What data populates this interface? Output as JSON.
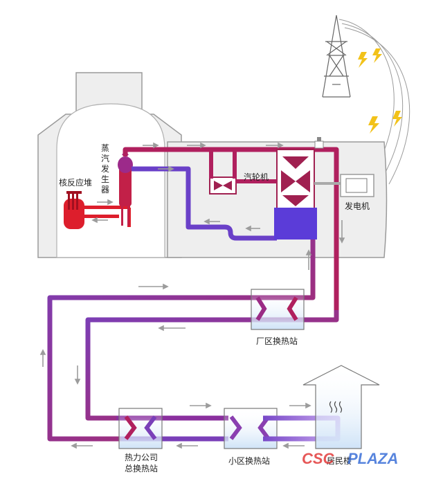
{
  "labels": {
    "reactor": "核反应堆",
    "steam_generator": [
      "蒸",
      "汽",
      "发",
      "生",
      "器"
    ],
    "turbine": "汽轮机",
    "generator": "发电机",
    "plant_station": "厂区换热站",
    "company_station_line1": "热力公司",
    "company_station_line2": "总换热站",
    "community_station": "小区换热站",
    "residential": "居民楼"
  },
  "watermark": {
    "left": "CSC",
    "right": "PLAZA"
  },
  "colors": {
    "hot": "#b0205e",
    "cold": "#6a40c8",
    "reactor": "#dd1e2c",
    "building_fill": "#eeeeee",
    "building_stroke": "#9a9a9a",
    "arrow": "#9c9c9c"
  }
}
